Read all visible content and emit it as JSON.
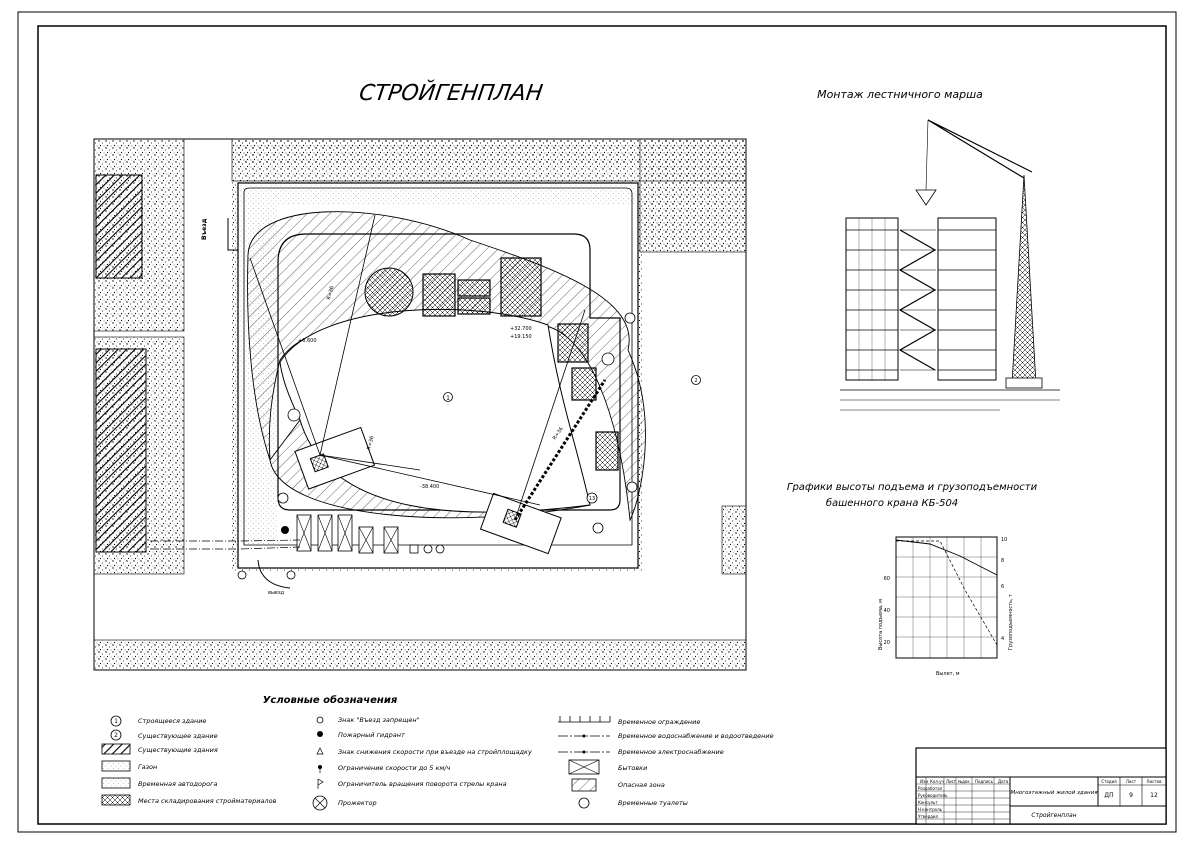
{
  "title": "СТРОЙГЕНПЛАН",
  "stair_title": "Монтаж лестничного марша",
  "graph_title_1": "Графики высоты подъема и грузоподъемности",
  "graph_title_2": "башенного крана КБ-504",
  "legend_title": "Условные обозначения",
  "plan_labels": {
    "entry": "Въезд",
    "exit": "выезд",
    "building_no": "1",
    "neighbor_no": "2",
    "dim_1": "R=36",
    "dim_2": "R=36",
    "dim_3": "R=36",
    "elev_1": "+6.600",
    "elev_2": "+32.700",
    "elev_3": "+19.150",
    "elev_4": "-38.400",
    "pt_13": "13"
  },
  "legend_col1": [
    {
      "sym": "1",
      "text": "Строящееся здание"
    },
    {
      "sym": "2",
      "text": "Существующее здание"
    },
    {
      "sym": "",
      "text": "Существующие здания"
    },
    {
      "sym": "",
      "text": "Газон"
    },
    {
      "sym": "",
      "text": "Временная автодорога"
    },
    {
      "sym": "",
      "text": "Места складирования стройматериалов"
    }
  ],
  "legend_col2": [
    {
      "text": "Знак \"Въезд запрещен\""
    },
    {
      "text": "Пожарный гидрант"
    },
    {
      "text": "Знак снижения скорости при въезде на стройплощадку"
    },
    {
      "text": "Ограничение скорости до 5 км/ч"
    },
    {
      "text": "Ограничитель вращения поворота стрелы крана"
    },
    {
      "text": "Прожектор"
    }
  ],
  "legend_col3": [
    {
      "text": "Временное ограждение"
    },
    {
      "text": "Временное водоснабжение и водоотведение"
    },
    {
      "text": "Временное электроснабжение"
    },
    {
      "text": "Бытовки"
    },
    {
      "text": "Опасная зона"
    },
    {
      "text": "Временные туалеты"
    }
  ],
  "stamp": {
    "headers": [
      "Изм",
      "Кол.уч",
      "Лист",
      "№док",
      "Подпись",
      "Дата"
    ],
    "roles": [
      "Разработал",
      "Руководитель",
      "Консульт",
      "Н.контроль",
      "Утвердил"
    ],
    "project": "Многоэтажный жилой здания",
    "sheet_name": "Стройгенплан",
    "col_stage": "Стадия",
    "col_sheet": "Лист",
    "col_sheets": "Листов",
    "stage": "ДП",
    "sheet": "9",
    "sheets": "12"
  },
  "graph": {
    "ylabel_left": "Высота подъема, м",
    "ylabel_right": "Грузоподъемность, т",
    "xlabel": "Вылет, м",
    "left_ticks": [
      "60",
      "40",
      "20"
    ],
    "right_ticks": [
      "10",
      "8",
      "6",
      "4"
    ]
  },
  "colors": {
    "ink": "#000000",
    "paper": "#ffffff"
  }
}
